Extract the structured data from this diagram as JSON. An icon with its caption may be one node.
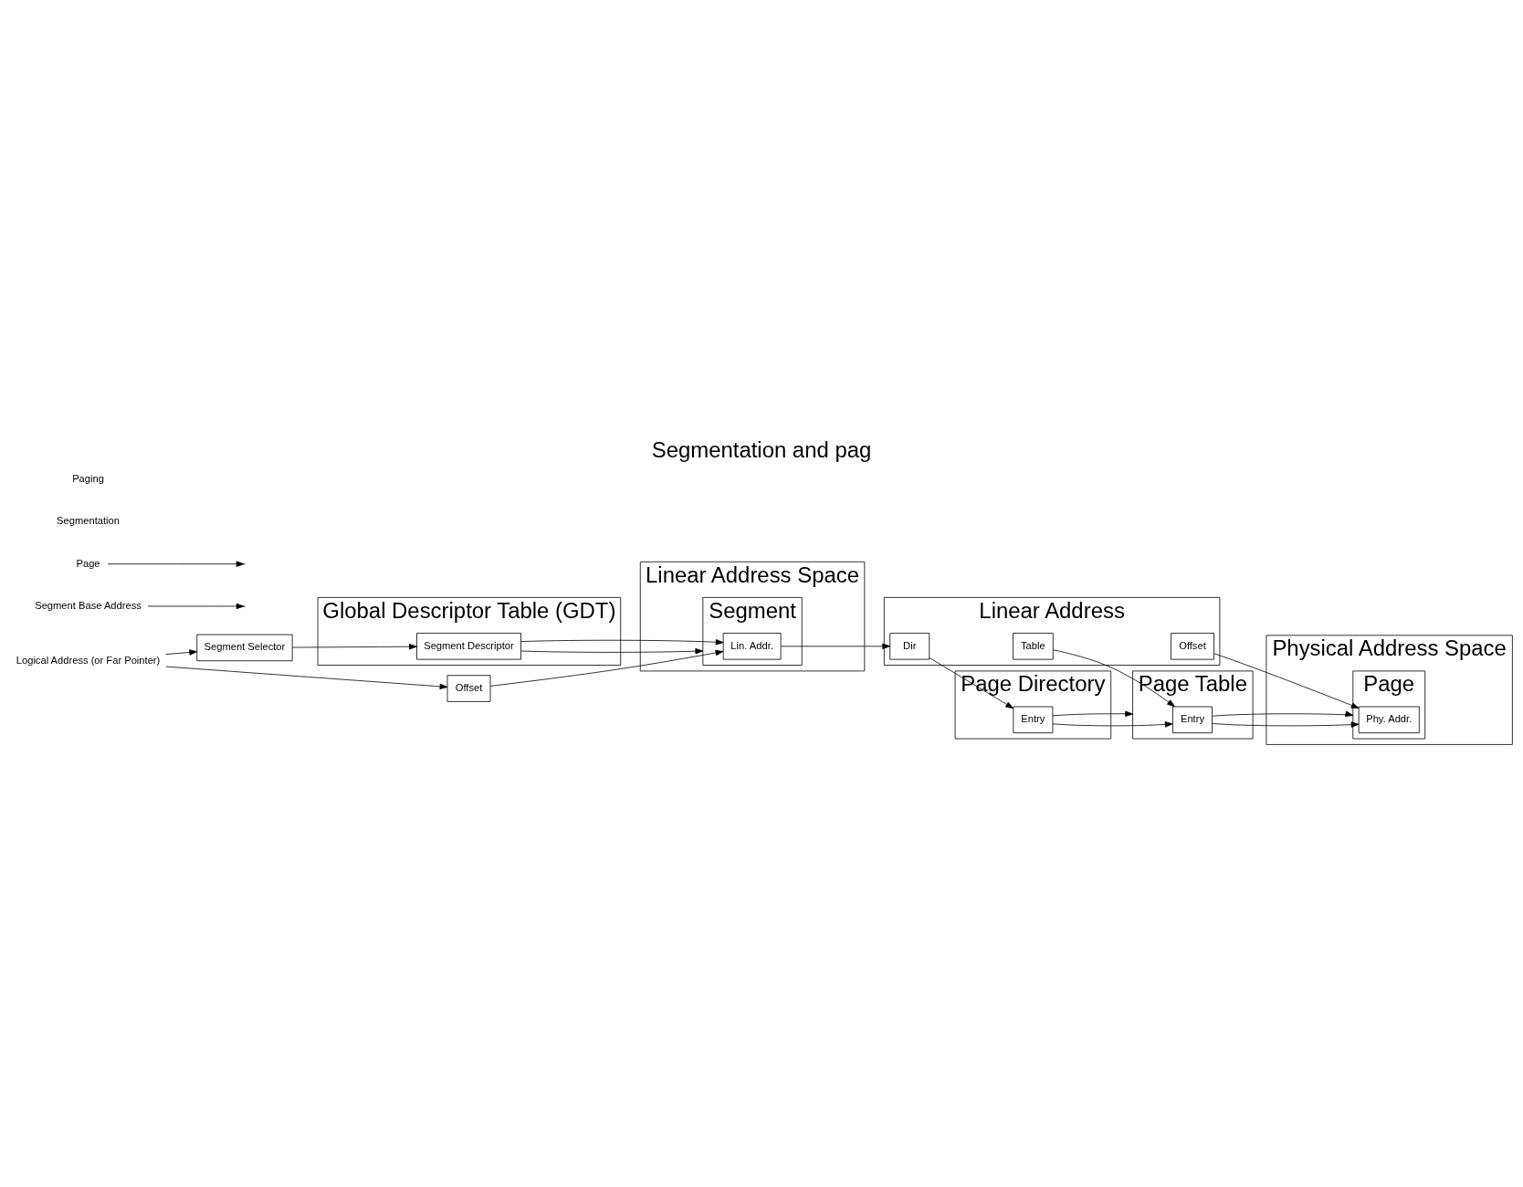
{
  "diagram": {
    "title": "Segmentation and pag",
    "nodes": [
      {
        "text": [
          "Logical Address (or Far Pointer)"
        ]
      },
      {
        "text": [
          "Segment Selector"
        ]
      },
      {
        "text": [
          "Offset"
        ]
      },
      {
        "text": [
          "Global Descriptor Table (GDT)"
        ]
      },
      {
        "text": [
          "Segment Descriptor"
        ],
        "in": 3
      },
      {
        "text": [
          "Linear Address Space"
        ]
      },
      {
        "text": [
          "Segment"
        ],
        "in": 5
      },
      {
        "text": [
          "Lin. Addr."
        ],
        "in": 6
      },
      {
        "text": [
          "Linear Address"
        ]
      },
      {
        "text": [
          "Dir"
        ],
        "in": 8
      },
      {
        "text": [
          "Table"
        ],
        "in": 8
      },
      {
        "text": [
          "Offset"
        ],
        "in": 8
      },
      {
        "text": [
          "Page Directory"
        ]
      },
      {
        "text": [
          "Entry"
        ],
        "in": 12
      },
      {
        "text": [
          "Page Table"
        ]
      },
      {
        "text": [
          "Entry"
        ],
        "in": 14
      },
      {
        "text": [
          "Physical Address Space"
        ]
      },
      {
        "text": [
          "Page"
        ],
        "in": 16
      },
      {
        "text": [
          "Phy. Addr."
        ],
        "in": 17
      },
      {
        "text": [
          "Segment Base Address"
        ]
      },
      {
        "text": [
          "Page"
        ]
      }
    ],
    "edges": [
      {
        "from": 0,
        "to": 1,
        "arrow": "to"
      },
      {
        "from": 0,
        "to": 2,
        "arrow": "to"
      },
      {
        "from": 1,
        "to": 4,
        "arrow": "to"
      },
      {
        "from": 4,
        "to": 6,
        "arrow": "to"
      },
      {
        "from": 4,
        "to": 7,
        "arrow": "to"
      },
      {
        "from": 2,
        "to": 7,
        "arrow": "to"
      },
      {
        "from": 7,
        "to": 9,
        "arrow": "to"
      },
      {
        "from": 9,
        "to": 13,
        "arrow": "to"
      },
      {
        "from": 10,
        "to": 15,
        "arrow": "to"
      },
      {
        "from": 13,
        "to": 15,
        "arrow": "to"
      },
      {
        "from": 13,
        "to": 14,
        "arrow": "to"
      },
      {
        "from": 11,
        "to": 18,
        "arrow": "to"
      },
      {
        "from": 15,
        "to": 18,
        "arrow": "to"
      },
      {
        "from": 15,
        "to": 17,
        "arrow": "to"
      },
      {
        "from": 19,
        "to": null,
        "arrow": "to"
      },
      {
        "from": 20,
        "to": null,
        "arrow": "to"
      }
    ],
    "labels": [
      "Segmentation",
      "Paging"
    ]
  }
}
